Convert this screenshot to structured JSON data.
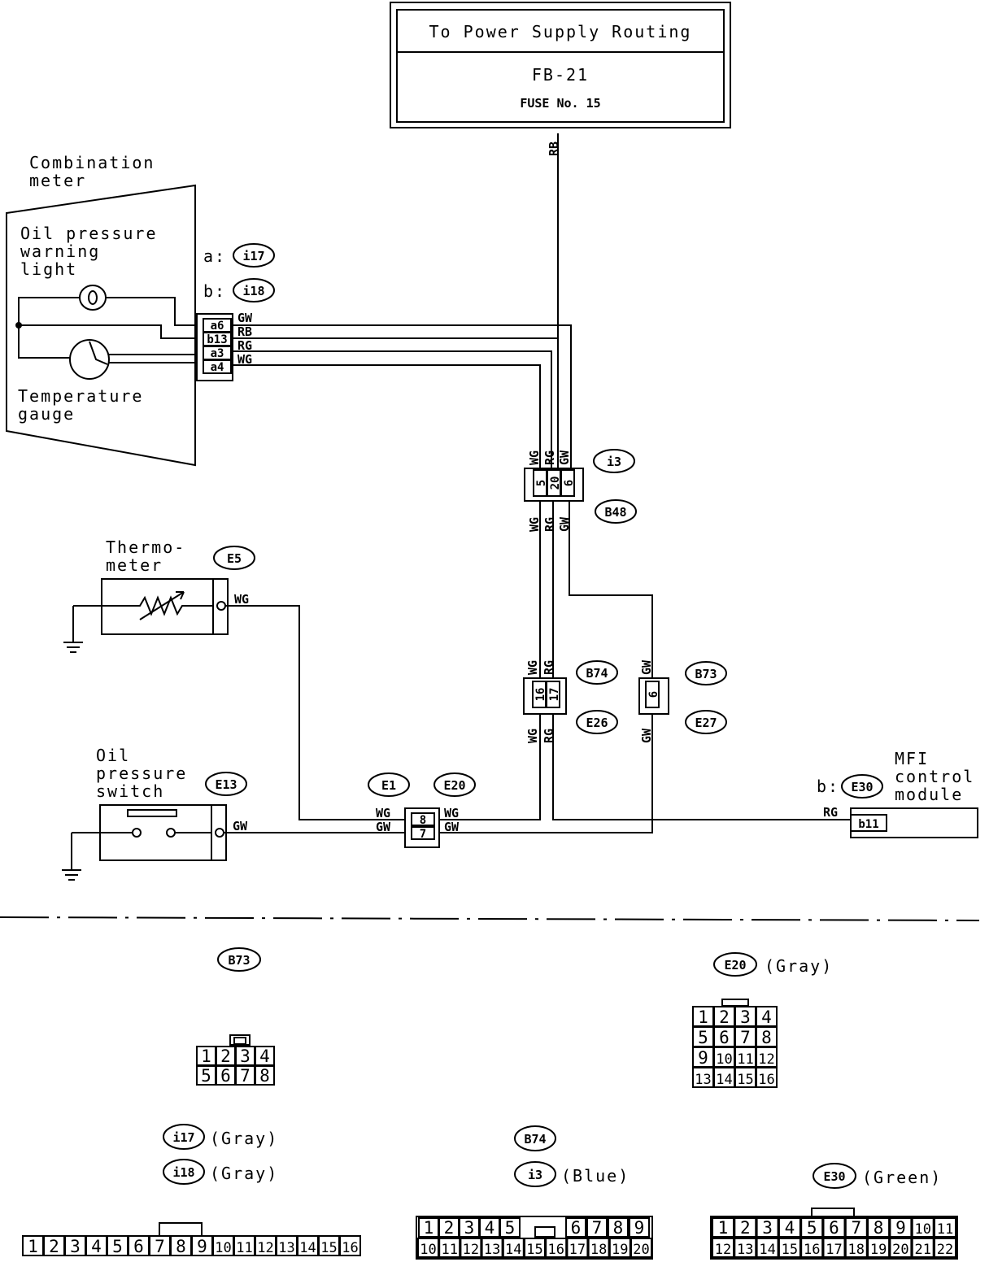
{
  "power_box": {
    "title": "To Power Supply Routing",
    "ref": "FB-21",
    "fuse": "FUSE No. 15"
  },
  "components": {
    "combination_meter": [
      "Combination",
      "meter"
    ],
    "oil_light": [
      "Oil pressure",
      "warning",
      "light"
    ],
    "temp_gauge": [
      "Temperature",
      "gauge"
    ],
    "thermometer": [
      "Thermo-",
      "meter"
    ],
    "oil_switch": [
      "Oil",
      "pressure",
      "switch"
    ],
    "mfi": [
      "MFI",
      "control",
      "module"
    ]
  },
  "connector_refs": {
    "meter_a_prefix": "a:",
    "meter_a": "i17",
    "meter_b_prefix": "b:",
    "meter_b": "i18",
    "i3": "i3",
    "b48": "B48",
    "e5": "E5",
    "b74": "B74",
    "e26": "E26",
    "b73": "B73",
    "e27": "E27",
    "e1": "E1",
    "e20": "E20",
    "e13": "E13",
    "mfi_prefix": "b:",
    "e30": "E30"
  },
  "meter_pins": [
    "a6",
    "b13",
    "a3",
    "a4"
  ],
  "wires": {
    "gw": "GW",
    "rb": "RB",
    "rg": "RG",
    "wg": "WG"
  },
  "i3_pins": [
    "5",
    "20",
    "6"
  ],
  "b74_pins": [
    "16",
    "17"
  ],
  "b73_pin": "6",
  "e20_pins": [
    "8",
    "7"
  ],
  "e30_pin": "b11",
  "connector_faces": {
    "b73": {
      "id": "B73",
      "rows": [
        [
          "1",
          "2",
          "3",
          "4"
        ],
        [
          "5",
          "6",
          "7",
          "8"
        ]
      ]
    },
    "e20": {
      "id": "E20",
      "color": "(Gray)",
      "rows": [
        [
          "1",
          "2",
          "3",
          "4"
        ],
        [
          "5",
          "6",
          "7",
          "8"
        ],
        [
          "9",
          "10",
          "11",
          "12"
        ],
        [
          "13",
          "14",
          "15",
          "16"
        ]
      ]
    },
    "i17": {
      "id": "i17",
      "color": "(Gray)"
    },
    "i18": {
      "id": "i18",
      "color": "(Gray)",
      "pins": [
        "1",
        "2",
        "3",
        "4",
        "5",
        "6",
        "7",
        "8",
        "9",
        "10",
        "11",
        "12",
        "13",
        "14",
        "15",
        "16"
      ]
    },
    "b74": {
      "id": "B74"
    },
    "i3": {
      "id": "i3",
      "color": "(Blue)",
      "row1": [
        "1",
        "2",
        "3",
        "4",
        "5",
        "6",
        "7",
        "8",
        "9"
      ],
      "row2": [
        "10",
        "11",
        "12",
        "13",
        "14",
        "15",
        "16",
        "17",
        "18",
        "19",
        "20"
      ]
    },
    "e30": {
      "id": "E30",
      "color": "(Green)",
      "row1": [
        "1",
        "2",
        "3",
        "4",
        "5",
        "6",
        "7",
        "8",
        "9",
        "10",
        "11"
      ],
      "row2": [
        "12",
        "13",
        "14",
        "15",
        "16",
        "17",
        "18",
        "19",
        "20",
        "21",
        "22"
      ]
    }
  }
}
